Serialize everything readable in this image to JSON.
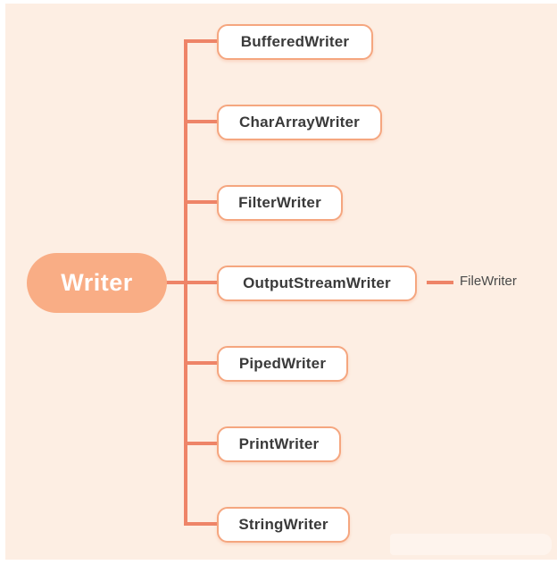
{
  "diagram": {
    "root": {
      "label": "Writer"
    },
    "children": [
      {
        "label": "BufferedWriter"
      },
      {
        "label": "CharArrayWriter"
      },
      {
        "label": "FilterWriter"
      },
      {
        "label": "OutputStreamWriter",
        "children": [
          {
            "label": "FileWriter"
          }
        ]
      },
      {
        "label": "PipedWriter"
      },
      {
        "label": "PrintWriter"
      },
      {
        "label": "StringWriter"
      }
    ]
  },
  "colors": {
    "bg": "#fdeee3",
    "line": "#ee8468",
    "nodeBorder": "#f5a67f",
    "nodeFill": "#ffffff",
    "nodeText": "#3a3a3a",
    "rootFill": "#f9ad85",
    "rootText": "#ffffff",
    "leafText": "#4a4a4a"
  }
}
